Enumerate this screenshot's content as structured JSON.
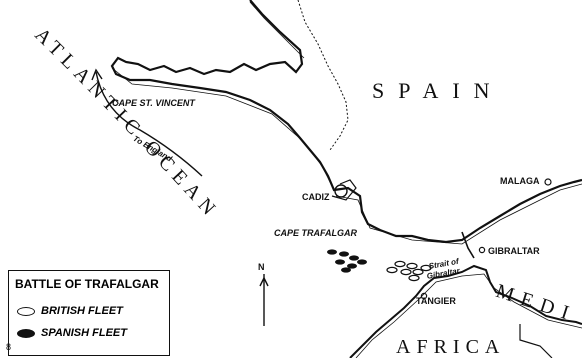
{
  "map": {
    "regions": {
      "spain": "SPAIN",
      "africa": "AFRICA",
      "medi": "MEDI",
      "atlantic_ocean": "ATLANTIC OCEAN"
    },
    "places": {
      "cape_st_vincent": "CAPE ST. VINCENT",
      "cadiz": "CADIZ",
      "cape_trafalgar": "CAPE TRAFALGAR",
      "malaga": "MALAGA",
      "gibraltar": "GIBRALTAR",
      "tangier": "TANGIER",
      "strait_line1": "Strait of",
      "strait_line2": "Gibraltar",
      "to_england": "To England"
    },
    "north_arrow": "N",
    "corner_mark": "8"
  },
  "legend": {
    "title": "BATTLE OF TRAFALGAR",
    "british": "BRITISH FLEET",
    "spanish": "SPANISH FLEET"
  },
  "colors": {
    "ink": "#111111",
    "paper": "#ffffff"
  }
}
